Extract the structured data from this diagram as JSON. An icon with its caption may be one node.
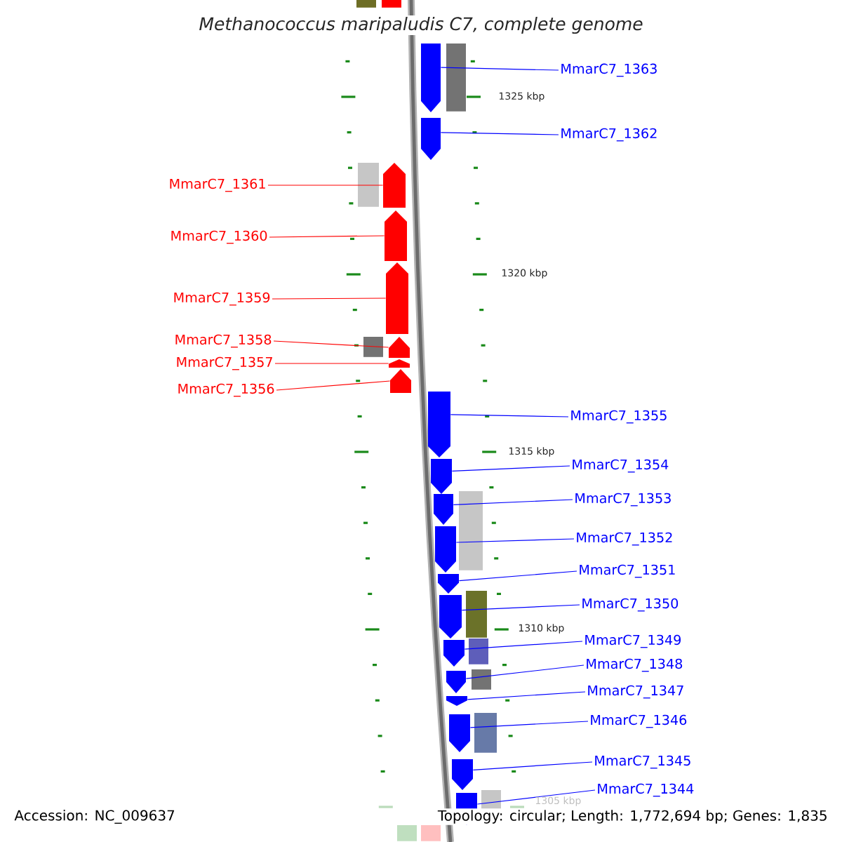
{
  "diagram": {
    "title": "Methanococcus maripaludis C7, complete genome",
    "nodes": [
      {
        "text": [
          "MmarC7_1363"
        ]
      },
      {
        "text": [
          "MmarC7_1362"
        ]
      },
      {
        "text": [
          "MmarC7_1361"
        ]
      },
      {
        "text": [
          "MmarC7_1360"
        ]
      },
      {
        "text": [
          "MmarC7_1359"
        ]
      },
      {
        "text": [
          "MmarC7_1358"
        ]
      },
      {
        "text": [
          "MmarC7_1357"
        ]
      },
      {
        "text": [
          "MmarC7_1356"
        ]
      },
      {
        "text": [
          "MmarC7_1355"
        ]
      },
      {
        "text": [
          "MmarC7_1354"
        ]
      },
      {
        "text": [
          "MmarC7_1353"
        ]
      },
      {
        "text": [
          "MmarC7_1352"
        ]
      },
      {
        "text": [
          "MmarC7_1351"
        ]
      },
      {
        "text": [
          "MmarC7_1350"
        ]
      },
      {
        "text": [
          "MmarC7_1349"
        ]
      },
      {
        "text": [
          "MmarC7_1348"
        ]
      },
      {
        "text": [
          "MmarC7_1347"
        ]
      },
      {
        "text": [
          "MmarC7_1346"
        ]
      },
      {
        "text": [
          "MmarC7_1345"
        ]
      },
      {
        "text": [
          "MmarC7_1344"
        ]
      },
      {
        "text": [],
        "shape": "arrow"
      },
      {
        "text": [],
        "shape": "arrow"
      },
      {
        "text": [],
        "shape": "arrow"
      },
      {
        "text": [],
        "shape": "arrow"
      },
      {
        "text": [],
        "shape": "arrow"
      },
      {
        "text": [],
        "shape": "arrow"
      },
      {
        "text": [],
        "shape": "arrow"
      },
      {
        "text": [],
        "shape": "arrow"
      },
      {
        "text": [],
        "shape": "arrow"
      },
      {
        "text": [],
        "shape": "arrow"
      },
      {
        "text": [],
        "shape": "arrow"
      },
      {
        "text": [],
        "shape": "arrow"
      },
      {
        "text": [],
        "shape": "arrow"
      },
      {
        "text": [],
        "shape": "arrow"
      },
      {
        "text": [],
        "shape": "arrow"
      },
      {
        "text": [],
        "shape": "arrow"
      },
      {
        "text": [],
        "shape": "arrow"
      },
      {
        "text": [],
        "shape": "arrow"
      },
      {
        "text": [],
        "shape": "arrow"
      },
      {
        "text": [],
        "shape": "arrow"
      }
    ],
    "edges": [
      {
        "from": 0,
        "to": 20,
        "arrow": "none"
      },
      {
        "from": 1,
        "to": 21,
        "arrow": "none"
      },
      {
        "from": 2,
        "to": 22,
        "arrow": "none",
        "color": "#ff0000"
      },
      {
        "from": 3,
        "to": 23,
        "arrow": "none",
        "color": "#ff0000"
      },
      {
        "from": 4,
        "to": 24,
        "arrow": "none",
        "color": "#ff0000"
      },
      {
        "from": 5,
        "to": 25,
        "arrow": "none",
        "color": "#ff0000"
      },
      {
        "from": 6,
        "to": 26,
        "arrow": "none",
        "color": "#ff0000"
      },
      {
        "from": 7,
        "to": 27,
        "arrow": "none",
        "color": "#ff0000"
      },
      {
        "from": 8,
        "to": 28,
        "arrow": "none"
      },
      {
        "from": 9,
        "to": 29,
        "arrow": "none"
      },
      {
        "from": 10,
        "to": 30,
        "arrow": "none"
      },
      {
        "from": 11,
        "to": 31,
        "arrow": "none"
      },
      {
        "from": 12,
        "to": 32,
        "arrow": "none"
      },
      {
        "from": 13,
        "to": 33,
        "arrow": "none"
      },
      {
        "from": 14,
        "to": 34,
        "arrow": "none"
      },
      {
        "from": 15,
        "to": 35,
        "arrow": "none"
      },
      {
        "from": 16,
        "to": 36,
        "arrow": "none"
      },
      {
        "from": 17,
        "to": 37,
        "arrow": "none"
      },
      {
        "from": 18,
        "to": 38,
        "arrow": "none"
      },
      {
        "from": 19,
        "to": 39,
        "arrow": "none"
      }
    ],
    "labels": [
      "1325 kbp",
      "1320 kbp",
      "1315 kbp",
      "1310 kbp",
      "1305 kbp",
      "Accession: NC_009637",
      "Topology: circular; Length: 1,772,694 bp; Genes: 1,835"
    ]
  }
}
